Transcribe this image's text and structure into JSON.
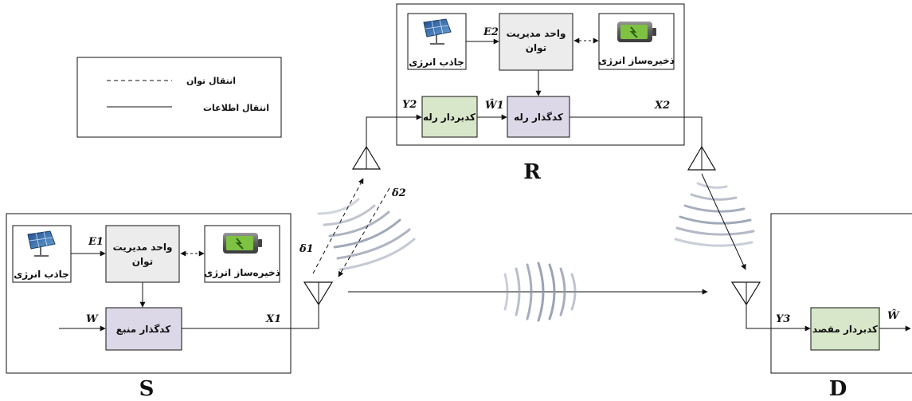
{
  "legend": {
    "power": "انتقال توان",
    "info": "انتقال اطلاعات"
  },
  "nodes": {
    "source": "S",
    "relay": "R",
    "destination": "D"
  },
  "blocks": {
    "harvester": "جاذب انرژی",
    "pmu_line1": "واحد مدیریت",
    "pmu_line2": "توان",
    "storage": "ذخیره‌ساز انرژی",
    "source_encoder": "کدگذار منبع",
    "relay_decoder": "کدبردار رله",
    "relay_encoder": "کدگذار رله",
    "dest_decoder": "کدبردار مقصد"
  },
  "signals": {
    "E1": "E1",
    "E2": "E2",
    "W": "W",
    "X1": "X1",
    "X2": "X2",
    "Y2": "Y2",
    "Y3": "Y3",
    "W1hat": "Ŵ1",
    "What": "Ŵ",
    "delta1": "δ1",
    "delta2": "δ2"
  },
  "icons": {
    "solar": "solar-panel-icon",
    "battery": "battery-icon",
    "antenna": "antenna-icon"
  },
  "colors": {
    "pmu_fill": "#ececec",
    "encoder_fill": "#ddd8e8",
    "decoder_fill": "#d8e6c9",
    "battery_green": "#7dc242",
    "wave": "#8a93a8"
  }
}
